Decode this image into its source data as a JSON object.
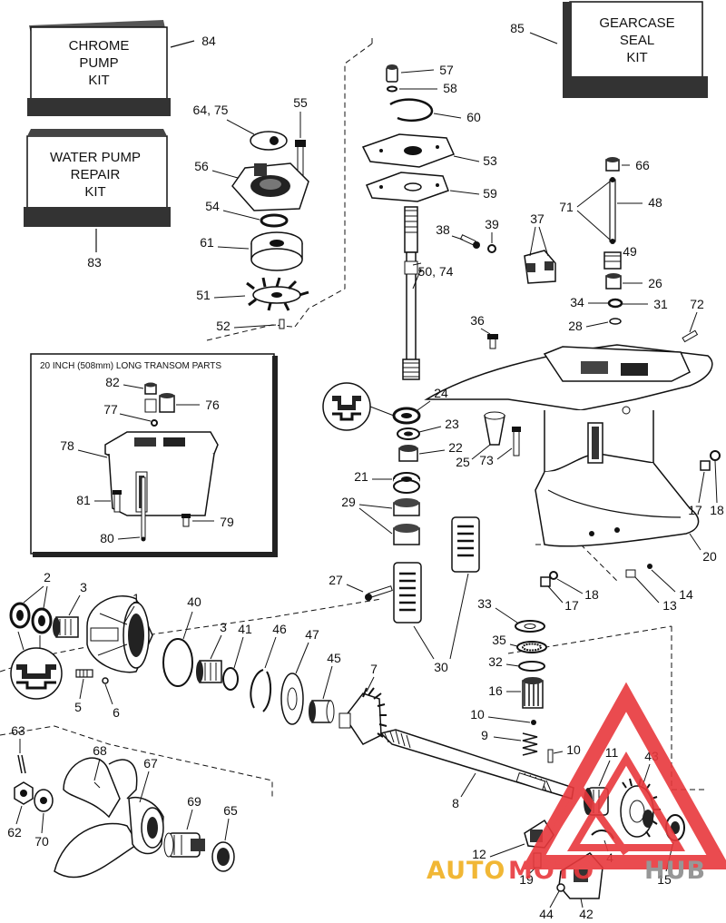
{
  "kits": {
    "chrome_pump": [
      "CHROME",
      "PUMP",
      "KIT"
    ],
    "chrome_pump_num": "84",
    "water_pump": [
      "WATER PUMP",
      "REPAIR",
      "KIT"
    ],
    "water_pump_num": "83",
    "gearcase_seal": [
      "GEARCASE",
      "SEAL",
      "KIT"
    ],
    "gearcase_seal_num": "85"
  },
  "inset": {
    "title": "20 INCH (508mm) LONG TRANSOM PARTS"
  },
  "callouts": {
    "c55": "55",
    "c6475": "64, 75",
    "c56": "56",
    "c54": "54",
    "c61": "61",
    "c51": "51",
    "c52": "52",
    "c57": "57",
    "c58": "58",
    "c60": "60",
    "c53": "53",
    "c59": "59",
    "c38": "38",
    "c39": "39",
    "c37": "37",
    "c5074": "50, 74",
    "c36": "36",
    "c66": "66",
    "c71": "71",
    "c48": "48",
    "c49": "49",
    "c26": "26",
    "c34": "34",
    "c31": "31",
    "c28": "28",
    "c72": "72",
    "c24": "24",
    "c23": "23",
    "c22": "22",
    "c25": "25",
    "c73": "73",
    "c21": "21",
    "c29": "29",
    "c17a": "17",
    "c18a": "18",
    "c20": "20",
    "c27": "27",
    "c18b": "18",
    "c17b": "17",
    "c14": "14",
    "c13": "13",
    "c33": "33",
    "c35": "35",
    "c32": "32",
    "c30": "30",
    "c16": "16",
    "c10a": "10",
    "c9": "9",
    "c10b": "10",
    "c82": "82",
    "c76": "76",
    "c77": "77",
    "c78": "78",
    "c81": "81",
    "c79": "79",
    "c80": "80",
    "c2": "2",
    "c3a": "3",
    "c1": "1",
    "c40": "40",
    "c3b": "3",
    "c41": "41",
    "c46": "46",
    "c47": "47",
    "c45": "45",
    "c7": "7",
    "c5": "5",
    "c6": "6",
    "c63": "63",
    "c68": "68",
    "c67": "67",
    "c69": "69",
    "c65": "65",
    "c62": "62",
    "c70": "70",
    "c8": "8",
    "c11": "11",
    "c43": "43",
    "c12": "12",
    "c4": "4",
    "c19": "19",
    "c15": "15",
    "c44": "44",
    "c42": "42"
  },
  "watermark": {
    "part1": "AUTO",
    "part2": "MOTO",
    "part3": "HUB",
    "color_orange": "#f0b020",
    "color_red": "#e8383c",
    "color_gray": "#8c8c8c"
  }
}
